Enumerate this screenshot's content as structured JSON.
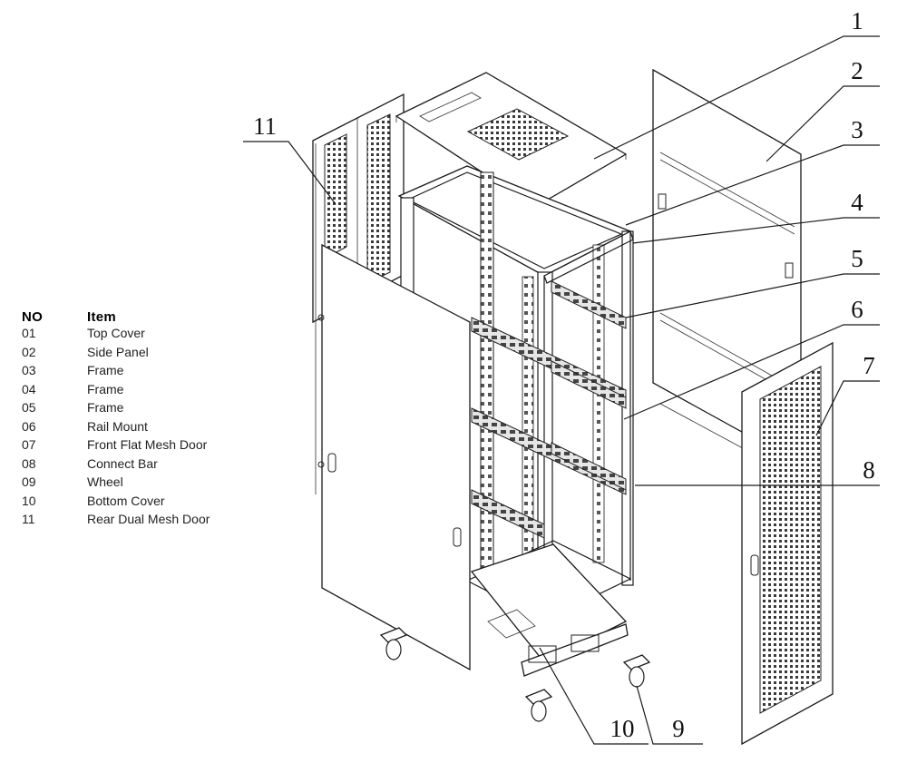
{
  "legend": {
    "header_no": "NO",
    "header_item": "Item",
    "rows": [
      {
        "no": "01",
        "item": "Top Cover"
      },
      {
        "no": "02",
        "item": "Side Panel"
      },
      {
        "no": "03",
        "item": "Frame"
      },
      {
        "no": "04",
        "item": "Frame"
      },
      {
        "no": "05",
        "item": "Frame"
      },
      {
        "no": "06",
        "item": "Rail Mount"
      },
      {
        "no": "07",
        "item": "Front Flat Mesh Door"
      },
      {
        "no": "08",
        "item": "Connect Bar"
      },
      {
        "no": "09",
        "item": "Wheel"
      },
      {
        "no": "10",
        "item": "Bottom Cover"
      },
      {
        "no": "11",
        "item": "Rear Dual Mesh Door"
      }
    ]
  },
  "callouts": {
    "c1": "1",
    "c2": "2",
    "c3": "3",
    "c4": "4",
    "c5": "5",
    "c6": "6",
    "c7": "7",
    "c8": "8",
    "c9": "9",
    "c10": "10",
    "c11": "11"
  }
}
